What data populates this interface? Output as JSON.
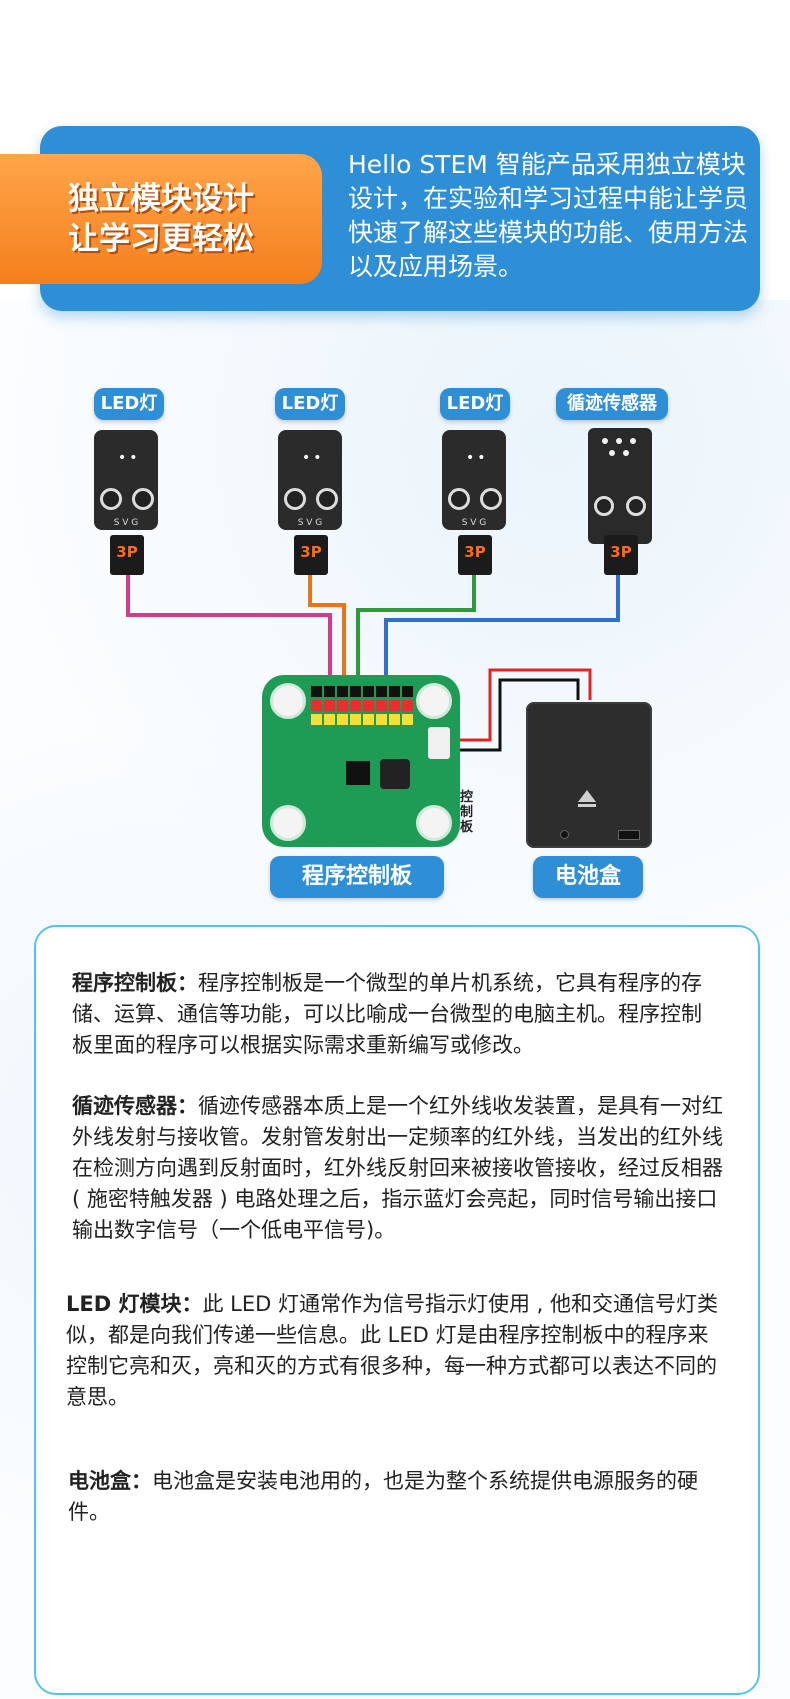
{
  "header": {
    "badge_line1": "独立模块设计",
    "badge_line2": "让学习更轻松",
    "description": "Hello STEM 智能产品采用独立模块设计，在实验和学习过程中能让学员快速了解这些模块的功能、使用方法以及应用场景。"
  },
  "diagram": {
    "modules": [
      {
        "label": "LED灯",
        "plug": "3P",
        "pins": "S V G"
      },
      {
        "label": "LED灯",
        "plug": "3P",
        "pins": "S V G"
      },
      {
        "label": "LED灯",
        "plug": "3P",
        "pins": "S V G"
      },
      {
        "label": "循迹传感器",
        "plug": "3P"
      }
    ],
    "board_label": "程序控制板",
    "board_side_label": "控制板",
    "battery_label": "电池盒",
    "wire_colors": [
      "#d63a8c",
      "#e8741c",
      "#2f9a3c",
      "#2f6fd0"
    ]
  },
  "info": {
    "board": {
      "title": "程序控制板：",
      "text": "程序控制板是一个微型的单片机系统，它具有程序的存储、运算、通信等功能，可以比喻成一台微型的电脑主机。程序控制板里面的程序可以根据实际需求重新编写或修改。"
    },
    "sensor": {
      "title": "循迹传感器：",
      "text": "循迹传感器本质上是一个红外线收发装置，是具有一对红外线发射与接收管。发射管发射出一定频率的红外线，当发出的红外线在检测方向遇到反射面时，红外线反射回来被接收管接收，经过反相器 ( 施密特触发器 ) 电路处理之后，指示蓝灯会亮起，同时信号输出接口输出数字信号（一个低电平信号)。"
    },
    "led": {
      "title": "LED 灯模块：",
      "text": "此 LED 灯通常作为信号指示灯使用 , 他和交通信号灯类似，都是向我们传递一些信息。此 LED 灯是由程序控制板中的程序来控制它亮和灭，亮和灭的方式有很多种，每一种方式都可以表达不同的意思。"
    },
    "battery": {
      "title": "电池盒：",
      "text": "电池盒是安装电池用的，也是为整个系统提供电源服务的硬件。"
    }
  }
}
